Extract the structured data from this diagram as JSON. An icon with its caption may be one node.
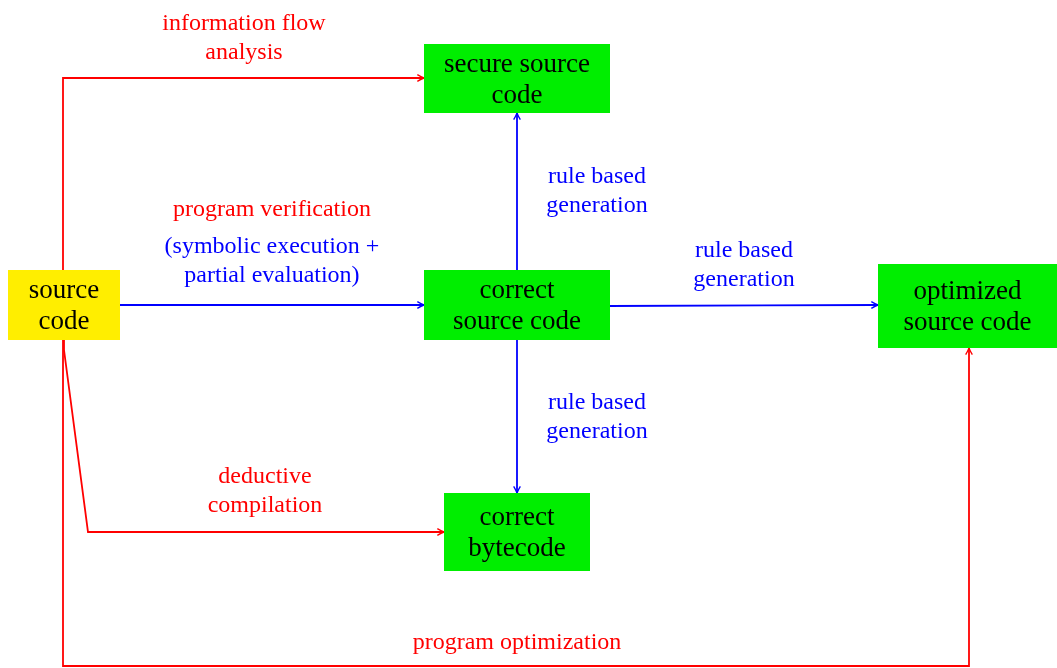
{
  "diagram": {
    "nodes": [
      {
        "text": [
          "source code"
        ]
      },
      {
        "text": [
          "secure source code"
        ]
      },
      {
        "text": [
          "correct source code"
        ]
      },
      {
        "text": [
          "optimized source code"
        ]
      },
      {
        "text": [
          "correct bytecode"
        ]
      }
    ],
    "edges": [
      {
        "from": 0,
        "to": 1,
        "arrow": "to",
        "label": "information flow analysis",
        "color": "#ff0000"
      },
      {
        "from": 0,
        "to": 2,
        "arrow": "to",
        "label": "(symbolic execution + partial evaluation)"
      },
      {
        "from": 2,
        "to": 1,
        "arrow": "to",
        "label": "rule based generation"
      },
      {
        "from": 2,
        "to": 3,
        "arrow": "to",
        "label": "rule based generation"
      },
      {
        "from": 2,
        "to": 4,
        "arrow": "to",
        "label": "rule based generation"
      },
      {
        "from": 0,
        "to": 4,
        "arrow": "to",
        "label": "deductive compilation",
        "color": "#ff0000"
      },
      {
        "from": 0,
        "to": 3,
        "arrow": "to",
        "label": "program optimization",
        "color": "#ff0000"
      }
    ],
    "labels": [
      "program verification"
    ]
  }
}
